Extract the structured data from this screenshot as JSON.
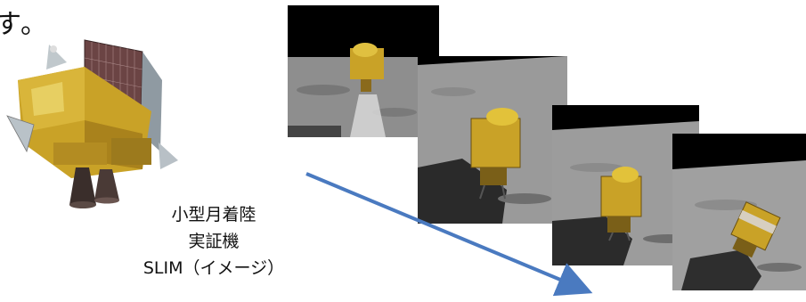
{
  "top_text": "す。",
  "caption": {
    "line1": "小型月着陸",
    "line2": "実証機",
    "line3": "SLIM（イメージ）"
  },
  "images": {
    "spacecraft": "slim-spacecraft-illustration",
    "frames": [
      "lunar-descent-frame-1",
      "lunar-landing-frame-2",
      "lunar-landed-frame-3",
      "lunar-tipped-frame-4"
    ]
  },
  "colors": {
    "arrow": "#4a7ac0",
    "gold": "#c9a227",
    "solar_panel": "#5a3b3b",
    "space": "#000000",
    "regolith": "#9a9a9a"
  }
}
